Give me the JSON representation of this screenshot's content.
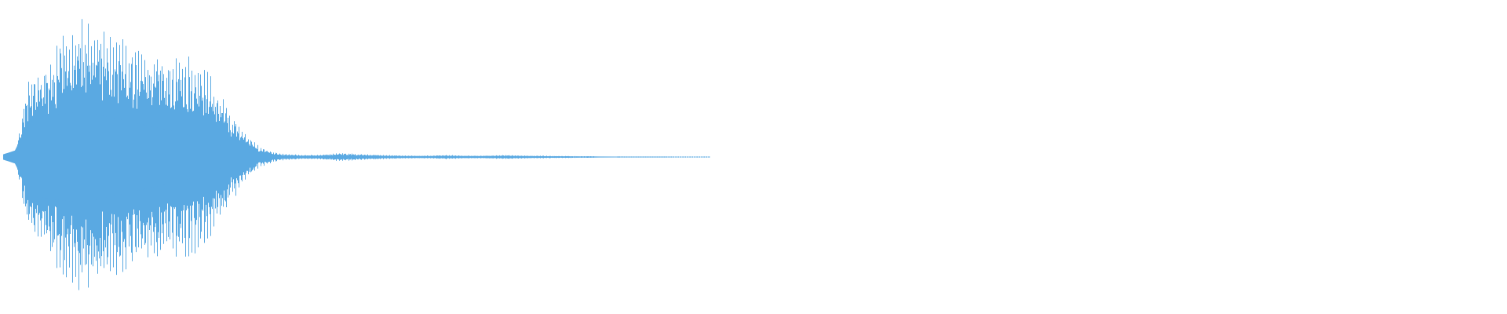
{
  "waveform": {
    "color": "#5aa9e2",
    "background": "#ffffff",
    "envelope": [
      0.02,
      0.04,
      0.55,
      0.62,
      0.75,
      0.88,
      0.95,
      0.98,
      0.92,
      0.9,
      0.85,
      0.8,
      0.78,
      0.76,
      0.74,
      0.72,
      0.7,
      0.62,
      0.48,
      0.32,
      0.2,
      0.1,
      0.05,
      0.03,
      0.02,
      0.015,
      0.015,
      0.02,
      0.03,
      0.025,
      0.02,
      0.018,
      0.015,
      0.012,
      0.01,
      0.01,
      0.012,
      0.015,
      0.012,
      0.01,
      0.01,
      0.012,
      0.015,
      0.012,
      0.01,
      0.01,
      0.008,
      0.008,
      0.006,
      0.006,
      0.005,
      0.005,
      0.004,
      0.004,
      0.004,
      0.003,
      0.003,
      0.003,
      0.003,
      0.003
    ],
    "body_envelope": [
      0.02,
      0.05,
      0.25,
      0.3,
      0.32,
      0.33,
      0.34,
      0.33,
      0.32,
      0.3,
      0.28,
      0.26,
      0.24,
      0.22,
      0.2,
      0.18,
      0.15,
      0.12,
      0.09,
      0.06,
      0.04,
      0.03,
      0.02,
      0.015,
      0.012,
      0.01,
      0.01,
      0.012,
      0.015,
      0.012,
      0.01,
      0.01,
      0.008,
      0.008,
      0.007,
      0.007,
      0.008,
      0.009,
      0.008,
      0.007,
      0.007,
      0.008,
      0.009,
      0.008,
      0.007,
      0.006,
      0.005,
      0.005,
      0.004,
      0.004,
      0.004,
      0.003,
      0.003,
      0.003,
      0.003,
      0.003,
      0.002,
      0.002,
      0.002,
      0.002
    ],
    "gap": [
      0.835,
      0.865
    ]
  }
}
